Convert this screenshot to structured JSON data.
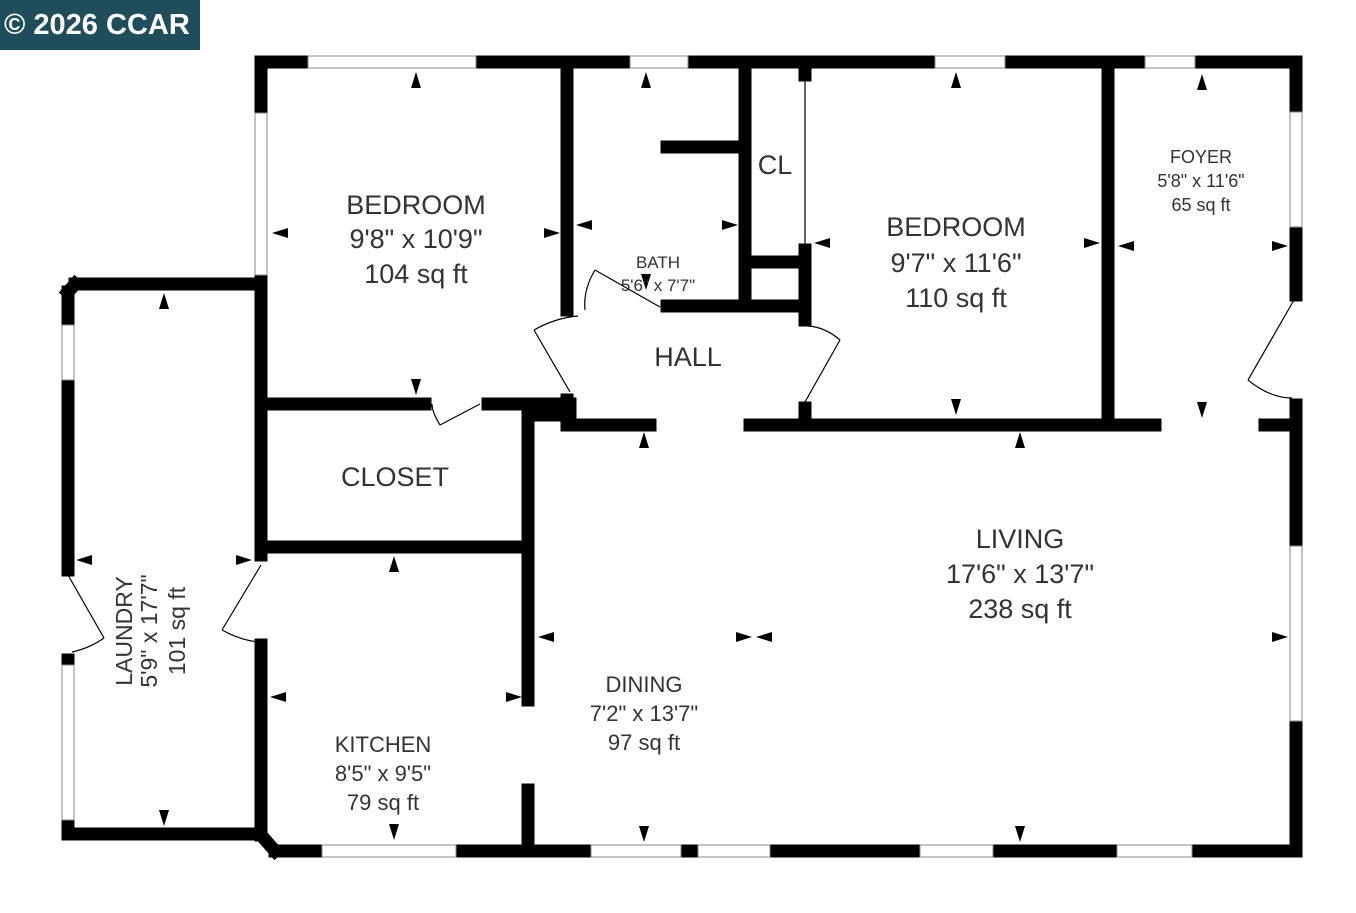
{
  "watermark": "© 2026 CCAR",
  "rooms": {
    "bedroom1": {
      "name": "BEDROOM",
      "dims": "9'8\" x 10'9\"",
      "area": "104 sq ft"
    },
    "bath": {
      "name": "BATH",
      "dims": "5'6\" x 7'7\""
    },
    "cl": {
      "name": "CL"
    },
    "bedroom2": {
      "name": "BEDROOM",
      "dims": "9'7\" x 11'6\"",
      "area": "110 sq ft"
    },
    "foyer": {
      "name": "FOYER",
      "dims": "5'8\" x 11'6\"",
      "area": "65 sq ft"
    },
    "hall": {
      "name": "HALL"
    },
    "closet": {
      "name": "CLOSET"
    },
    "laundry": {
      "name": "LAUNDRY",
      "dims": "5'9\" x 17'7\"",
      "area": "101 sq ft"
    },
    "kitchen": {
      "name": "KITCHEN",
      "dims": "8'5\" x 9'5\"",
      "area": "79 sq ft"
    },
    "dining": {
      "name": "DINING",
      "dims": "7'2\" x 13'7\"",
      "area": "97 sq ft"
    },
    "living": {
      "name": "LIVING",
      "dims": "17'6\" x 13'7\"",
      "area": "238 sq ft"
    }
  },
  "colors": {
    "wall": "#000000",
    "text": "#333333",
    "watermark_bg": "#1f4d5c"
  }
}
